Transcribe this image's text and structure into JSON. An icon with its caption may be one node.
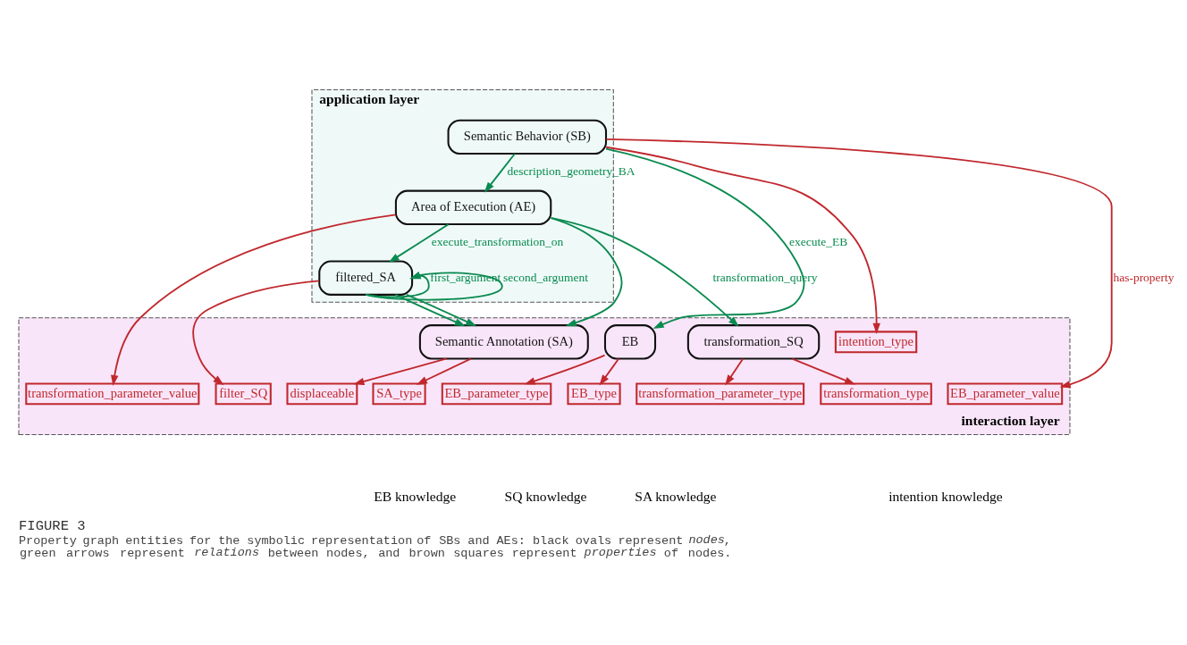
{
  "diagram": {
    "title": "FIGURE 3",
    "caption": "Property graph entities for the symbolic representation of SBs and AEs: black ovals represent *nodes*, green arrows represent *relations* between nodes, and brown squares represent *properties* of nodes.",
    "nodes": [
      {
        "text": [
          "application layer"
        ]
      },
      {
        "text": [
          "Semantic Behavior (SB)"
        ],
        "in": 0
      },
      {
        "text": [
          "Area of Execution (AE)"
        ],
        "in": 0
      },
      {
        "text": [
          "filtered_SA"
        ],
        "in": 0
      },
      {
        "text": [
          "interaction layer"
        ]
      },
      {
        "text": [
          "EB"
        ],
        "in": 4
      },
      {
        "text": [
          "EB_type"
        ],
        "in": 4
      },
      {
        "text": [
          "EB_parameter_type"
        ],
        "in": 4
      },
      {
        "text": [
          "EB_parameter_value"
        ],
        "in": 4
      },
      {
        "text": [
          "transformation_SQ"
        ],
        "in": 4
      },
      {
        "text": [
          "transformation_type"
        ],
        "in": 4
      },
      {
        "text": [
          "transformation_parameter_type"
        ],
        "in": 4
      },
      {
        "text": [
          "transformation_parameter_value"
        ],
        "in": 4
      },
      {
        "text": [
          "filter_SQ"
        ],
        "in": 4
      },
      {
        "text": [
          "Semantic Annotation (SA)"
        ],
        "in": 4
      },
      {
        "text": [
          "displaceable"
        ],
        "in": 4
      },
      {
        "text": [
          "SA_type"
        ],
        "in": 4
      },
      {
        "text": [
          "intention_type"
        ],
        "in": 4
      }
    ],
    "edges": [
      {
        "from": 1,
        "to": 5,
        "arrow": "to",
        "label": "execute_EB",
        "color": "#0a8a50"
      },
      {
        "from": 1,
        "to": 2,
        "arrow": "to",
        "label": "description_geometry_BA",
        "color": "#0a8a50"
      },
      {
        "from": 1,
        "to": 8,
        "arrow": "to",
        "label": "has-property"
      },
      {
        "from": 1,
        "to": 17,
        "arrow": "to"
      },
      {
        "from": 2,
        "to": 9,
        "arrow": "to",
        "label": "transformation_query",
        "color": "#0a8a50"
      },
      {
        "from": 2,
        "to": 3,
        "arrow": "to",
        "label": "execute_transformation_on",
        "color": "#0a8a50"
      },
      {
        "from": 2,
        "to": 14,
        "arrow": "to",
        "color": "#0a8a50"
      },
      {
        "from": 2,
        "to": 12,
        "arrow": "to"
      },
      {
        "from": 3,
        "to": 3,
        "arrow": "to",
        "label": "first_argument",
        "color": "#0a8a50"
      },
      {
        "from": 3,
        "to": 14,
        "arrow": "to",
        "color": "#0a8a50"
      },
      {
        "from": 3,
        "to": 3,
        "arrow": "to",
        "label": "second_argument",
        "color": "#0a8a50"
      },
      {
        "from": 3,
        "to": 14,
        "arrow": "to",
        "color": "#0a8a50"
      },
      {
        "from": 3,
        "to": 13,
        "arrow": "to"
      },
      {
        "from": 5,
        "to": 6,
        "arrow": "to"
      },
      {
        "from": 5,
        "to": 7,
        "arrow": "to"
      },
      {
        "from": 9,
        "to": 10,
        "arrow": "to"
      },
      {
        "from": 9,
        "to": 11,
        "arrow": "to"
      },
      {
        "from": 14,
        "to": 15,
        "arrow": "to"
      },
      {
        "from": 14,
        "to": 16,
        "arrow": "to"
      }
    ],
    "labels": [
      "EB knowledge",
      "SQ knowledge",
      "SA knowledge",
      "intention knowledge"
    ]
  }
}
